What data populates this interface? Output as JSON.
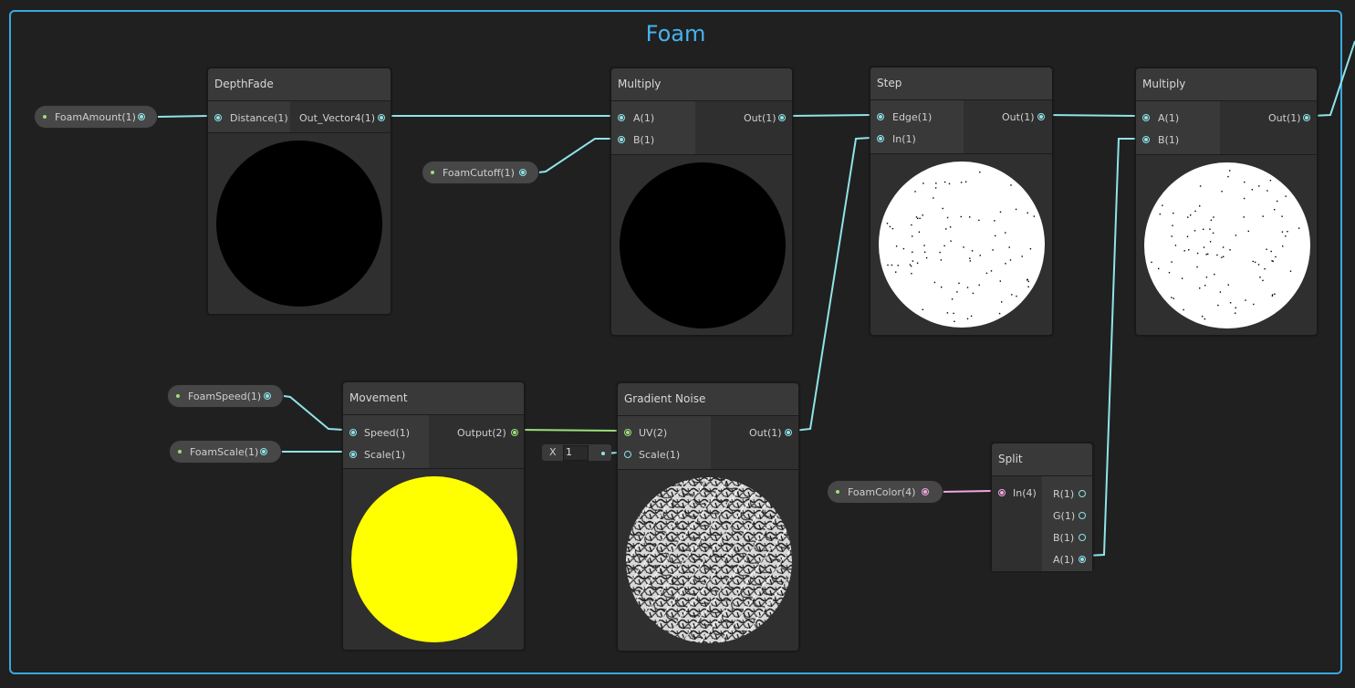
{
  "group": {
    "title": "Foam"
  },
  "nodes": {
    "depthfade": {
      "title": "DepthFade",
      "in": [
        "Distance(1)"
      ],
      "out": [
        "Out_Vector4(1)"
      ]
    },
    "multiply1": {
      "title": "Multiply",
      "in": [
        "A(1)",
        "B(1)"
      ],
      "out": [
        "Out(1)"
      ]
    },
    "step": {
      "title": "Step",
      "in": [
        "Edge(1)",
        "In(1)"
      ],
      "out": [
        "Out(1)"
      ]
    },
    "multiply2": {
      "title": "Multiply",
      "in": [
        "A(1)",
        "B(1)"
      ],
      "out": [
        "Out(1)"
      ]
    },
    "movement": {
      "title": "Movement",
      "in": [
        "Speed(1)",
        "Scale(1)"
      ],
      "out": [
        "Output(2)"
      ]
    },
    "gradient_noise": {
      "title": "Gradient Noise",
      "in": [
        "UV(2)",
        "Scale(1)"
      ],
      "out": [
        "Out(1)"
      ],
      "scale_field": {
        "axis": "X",
        "value": "1"
      }
    },
    "split": {
      "title": "Split",
      "in": [
        "In(4)"
      ],
      "out": [
        "R(1)",
        "G(1)",
        "B(1)",
        "A(1)"
      ]
    }
  },
  "properties": {
    "foam_amount": "FoamAmount(1)",
    "foam_cutoff": "FoamCutoff(1)",
    "foam_speed": "FoamSpeed(1)",
    "foam_scale": "FoamScale(1)",
    "foam_color": "FoamColor(4)"
  },
  "colors": {
    "group_border": "#3aa8e0",
    "wire_float": "#8fe3e8",
    "wire_vector2": "#9be07a",
    "wire_vector4": "#f0a8e0",
    "preview_yellow": "#ffff00"
  }
}
